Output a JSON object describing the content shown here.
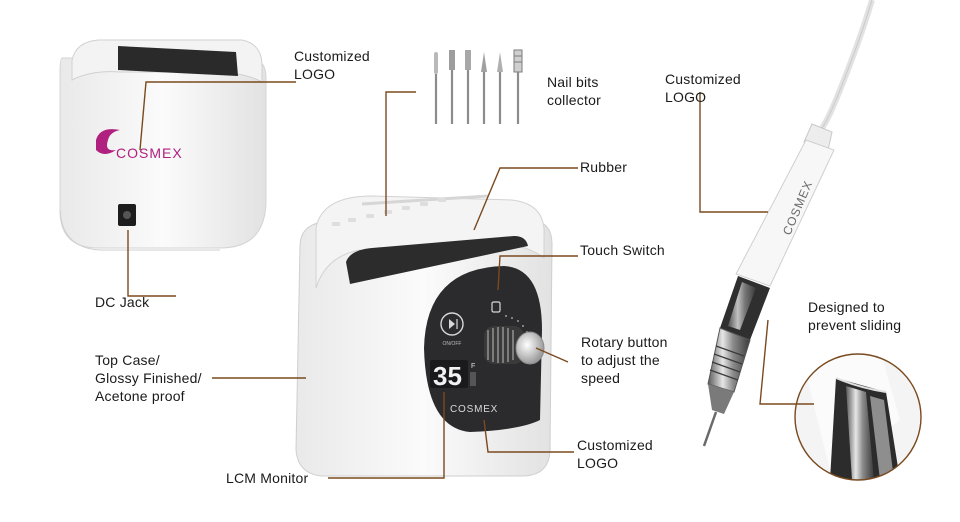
{
  "labels": {
    "logo_top_left": [
      "Customized",
      "LOGO"
    ],
    "nail_bits": [
      "Nail bits",
      "collector"
    ],
    "logo_handpiece": [
      "Customized",
      "LOGO"
    ],
    "rubber": [
      "Rubber"
    ],
    "touch_switch": [
      "Touch Switch"
    ],
    "designed": [
      "Designed to",
      "prevent sliding"
    ],
    "dc_jack": [
      "DC Jack"
    ],
    "rotary": [
      "Rotary button",
      "to adjust the",
      "speed"
    ],
    "top_case": [
      "Top Case/",
      "Glossy Finished/",
      "Acetone proof"
    ],
    "logo_bottom": [
      "Customized",
      "LOGO"
    ],
    "lcm": [
      "LCM Monitor"
    ]
  },
  "brand": {
    "name": "COSMEX",
    "accent": "#b0207e"
  },
  "display": {
    "value": "35",
    "unit": "F",
    "power_label": "ON/OFF"
  },
  "colors": {
    "leader": "#7a4a1f",
    "body": "#f6f6f6",
    "panel": "#2b2b2d"
  }
}
